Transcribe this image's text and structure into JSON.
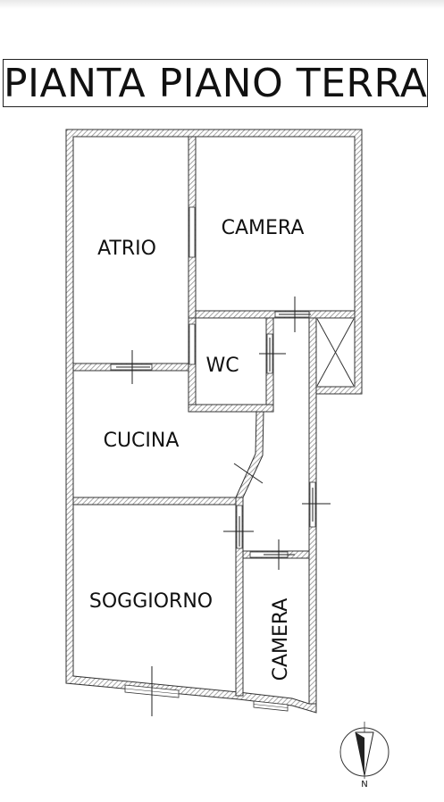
{
  "title": "PIANTA PIANO TERRA",
  "rooms": {
    "atrio": "ATRIO",
    "camera_top": "CAMERA",
    "wc": "WC",
    "cucina": "CUCINA",
    "soggiorno": "SOGGIORNO",
    "camera_bottom": "CAMERA"
  },
  "compass": {
    "label": "N"
  },
  "colors": {
    "wall_line": "#333333",
    "hatch": "#9a9a9a"
  }
}
